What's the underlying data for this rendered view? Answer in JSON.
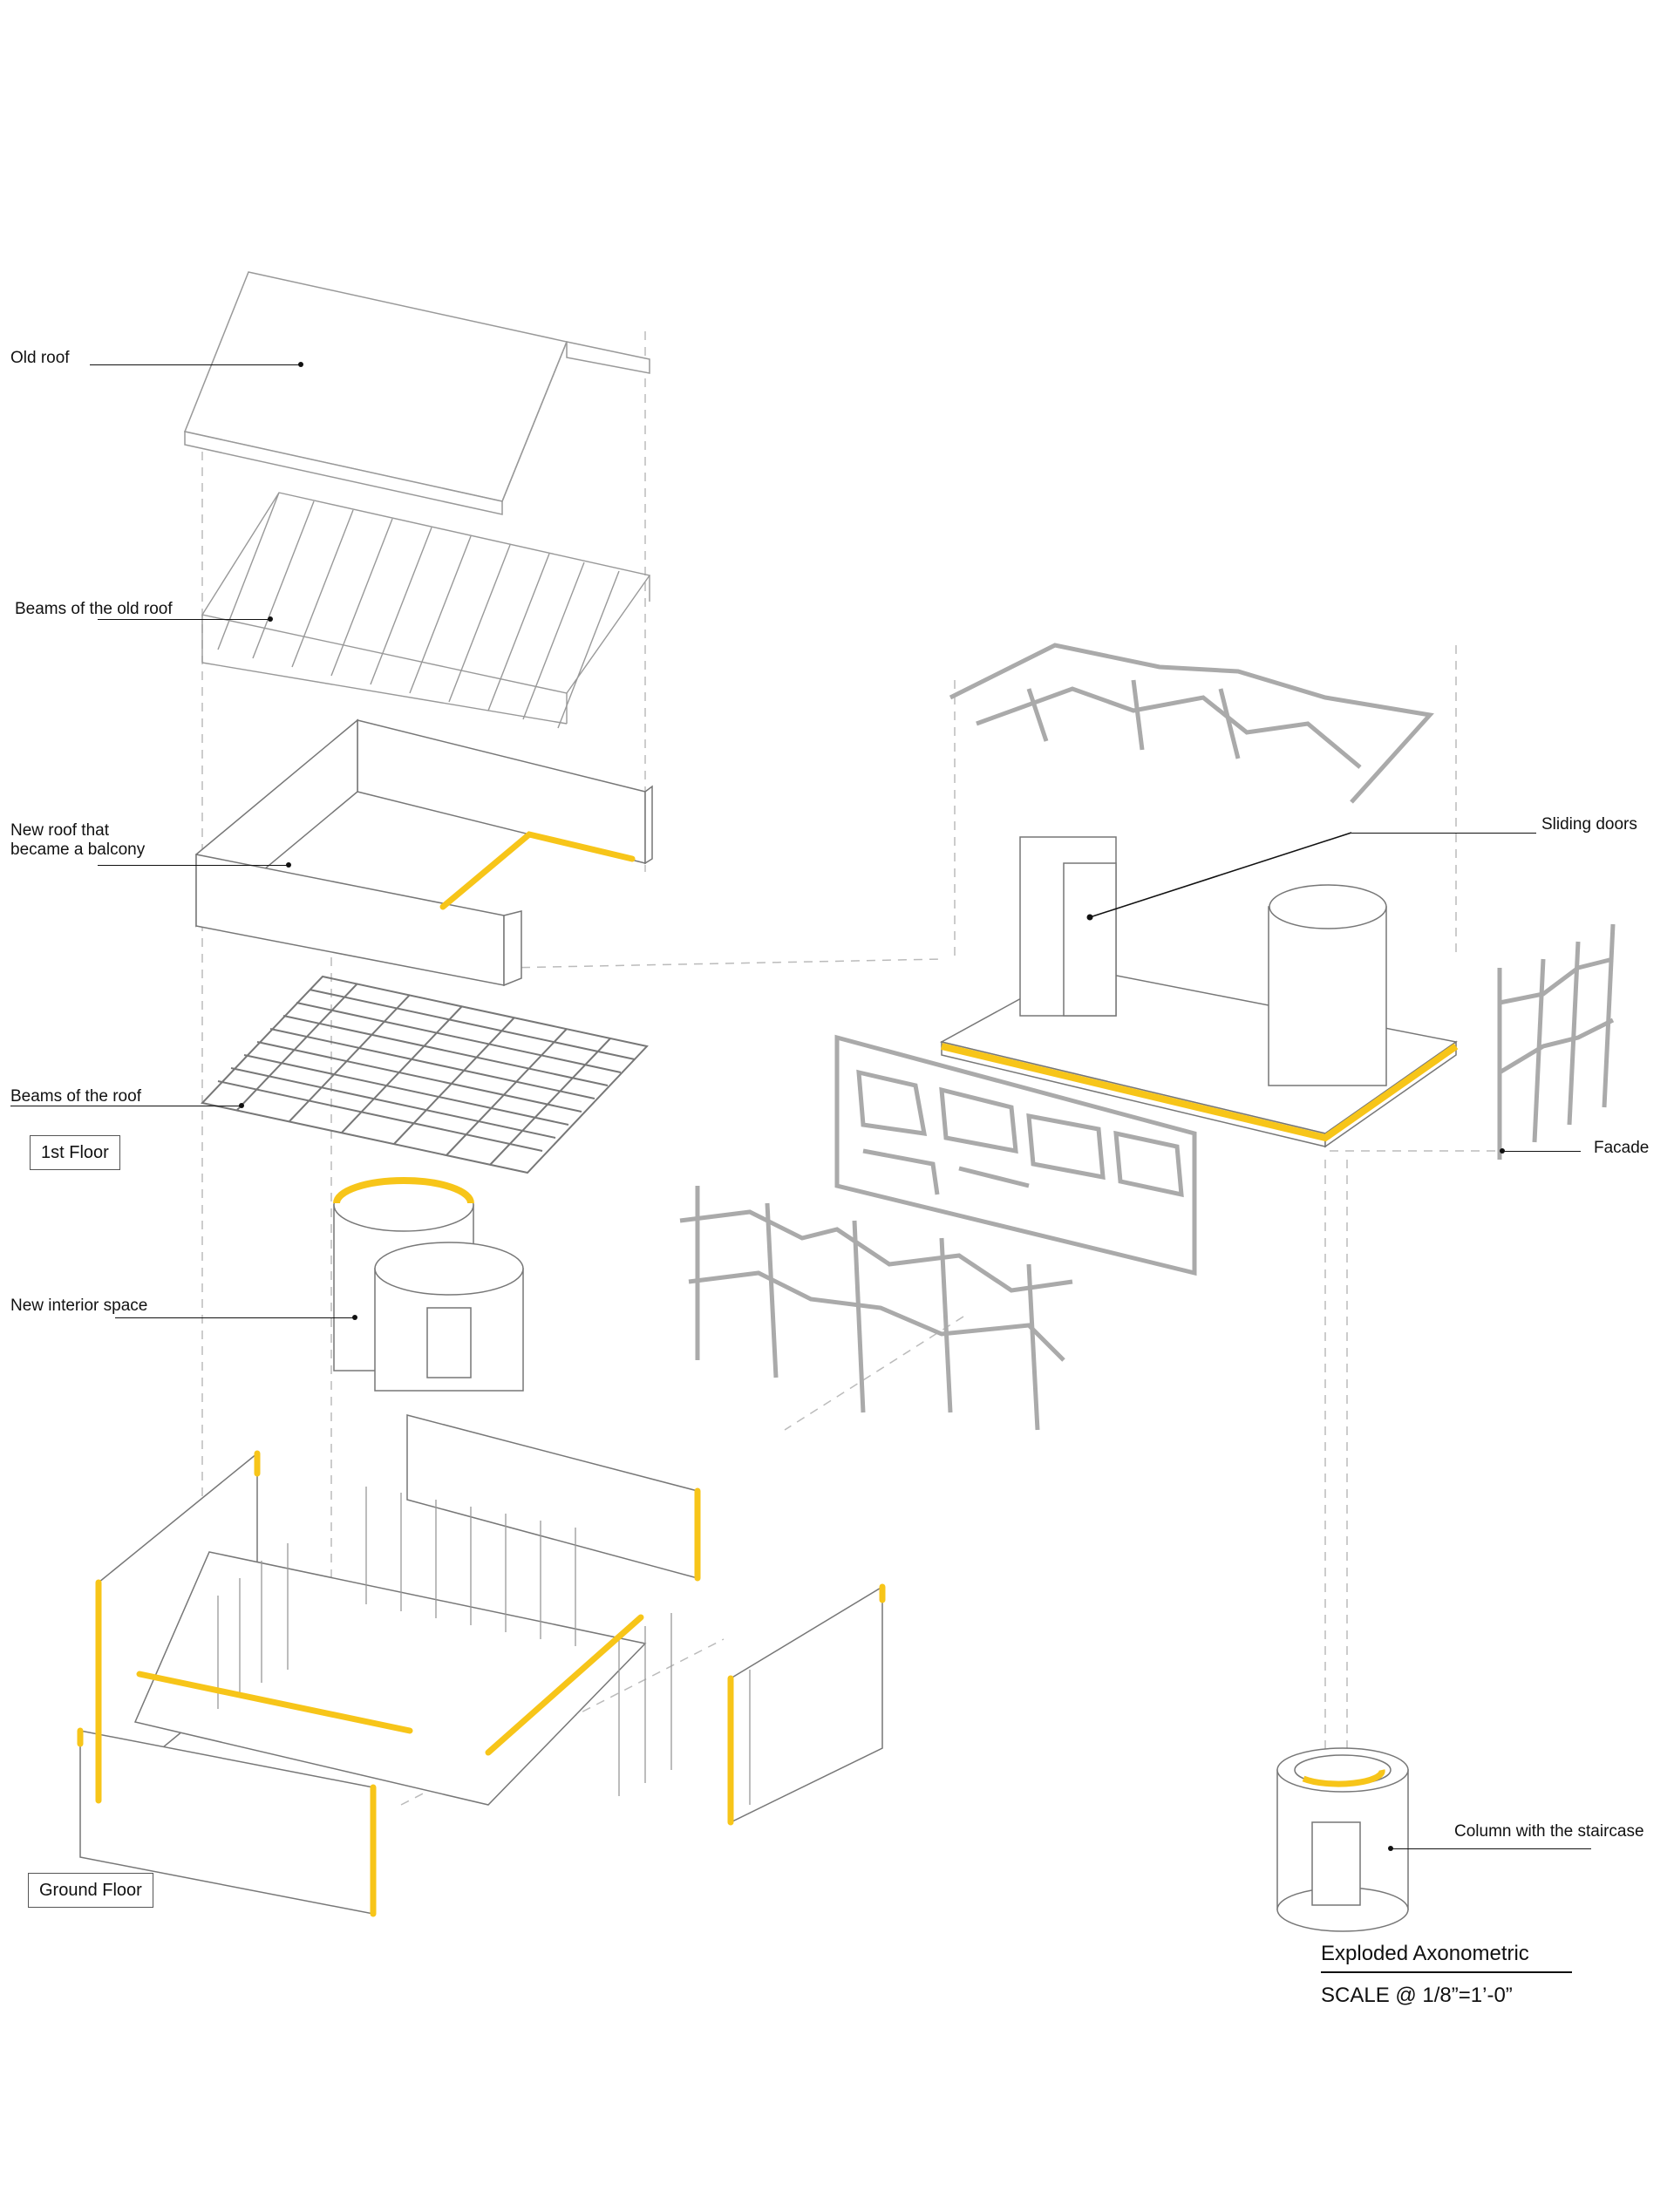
{
  "labels": {
    "old_roof": "Old roof",
    "old_roof_beams": "Beams of the old roof",
    "balcony": "New roof that\nbecame a balcony",
    "roof_beams": "Beams of the roof",
    "first_floor": "1st Floor",
    "interior_space": "New interior space",
    "ground_floor": "Ground Floor",
    "sliding_doors": "Sliding doors",
    "facade": "Facade",
    "column_staircase": "Column with the staircase"
  },
  "title": {
    "name": "Exploded Axonometric",
    "scale": "SCALE @ 1/8”=1’-0”"
  },
  "colors": {
    "line": "#999999",
    "dark_line": "#111111",
    "accent": "#F7C519",
    "fill": "#ffffff"
  }
}
